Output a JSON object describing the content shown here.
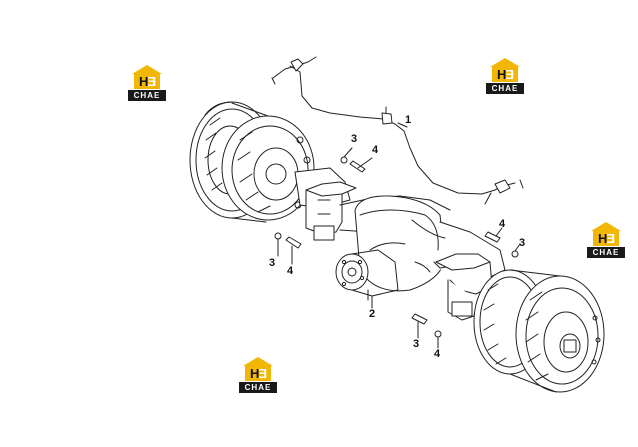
{
  "diagram": {
    "callouts": [
      {
        "id": "c1",
        "text": "1"
      },
      {
        "id": "c2",
        "text": "2"
      },
      {
        "id": "c3a",
        "text": "3"
      },
      {
        "id": "c4a",
        "text": "4"
      },
      {
        "id": "c3b",
        "text": "3"
      },
      {
        "id": "c4b",
        "text": "4"
      },
      {
        "id": "c4c",
        "text": "4"
      },
      {
        "id": "c3c",
        "text": "3"
      },
      {
        "id": "c3d",
        "text": "3"
      },
      {
        "id": "c4d",
        "text": "4"
      }
    ]
  },
  "watermark": {
    "mark_h": "H",
    "mark_e": "Ǝ",
    "brand": "CHAE",
    "accent_color": "#f2b705"
  }
}
